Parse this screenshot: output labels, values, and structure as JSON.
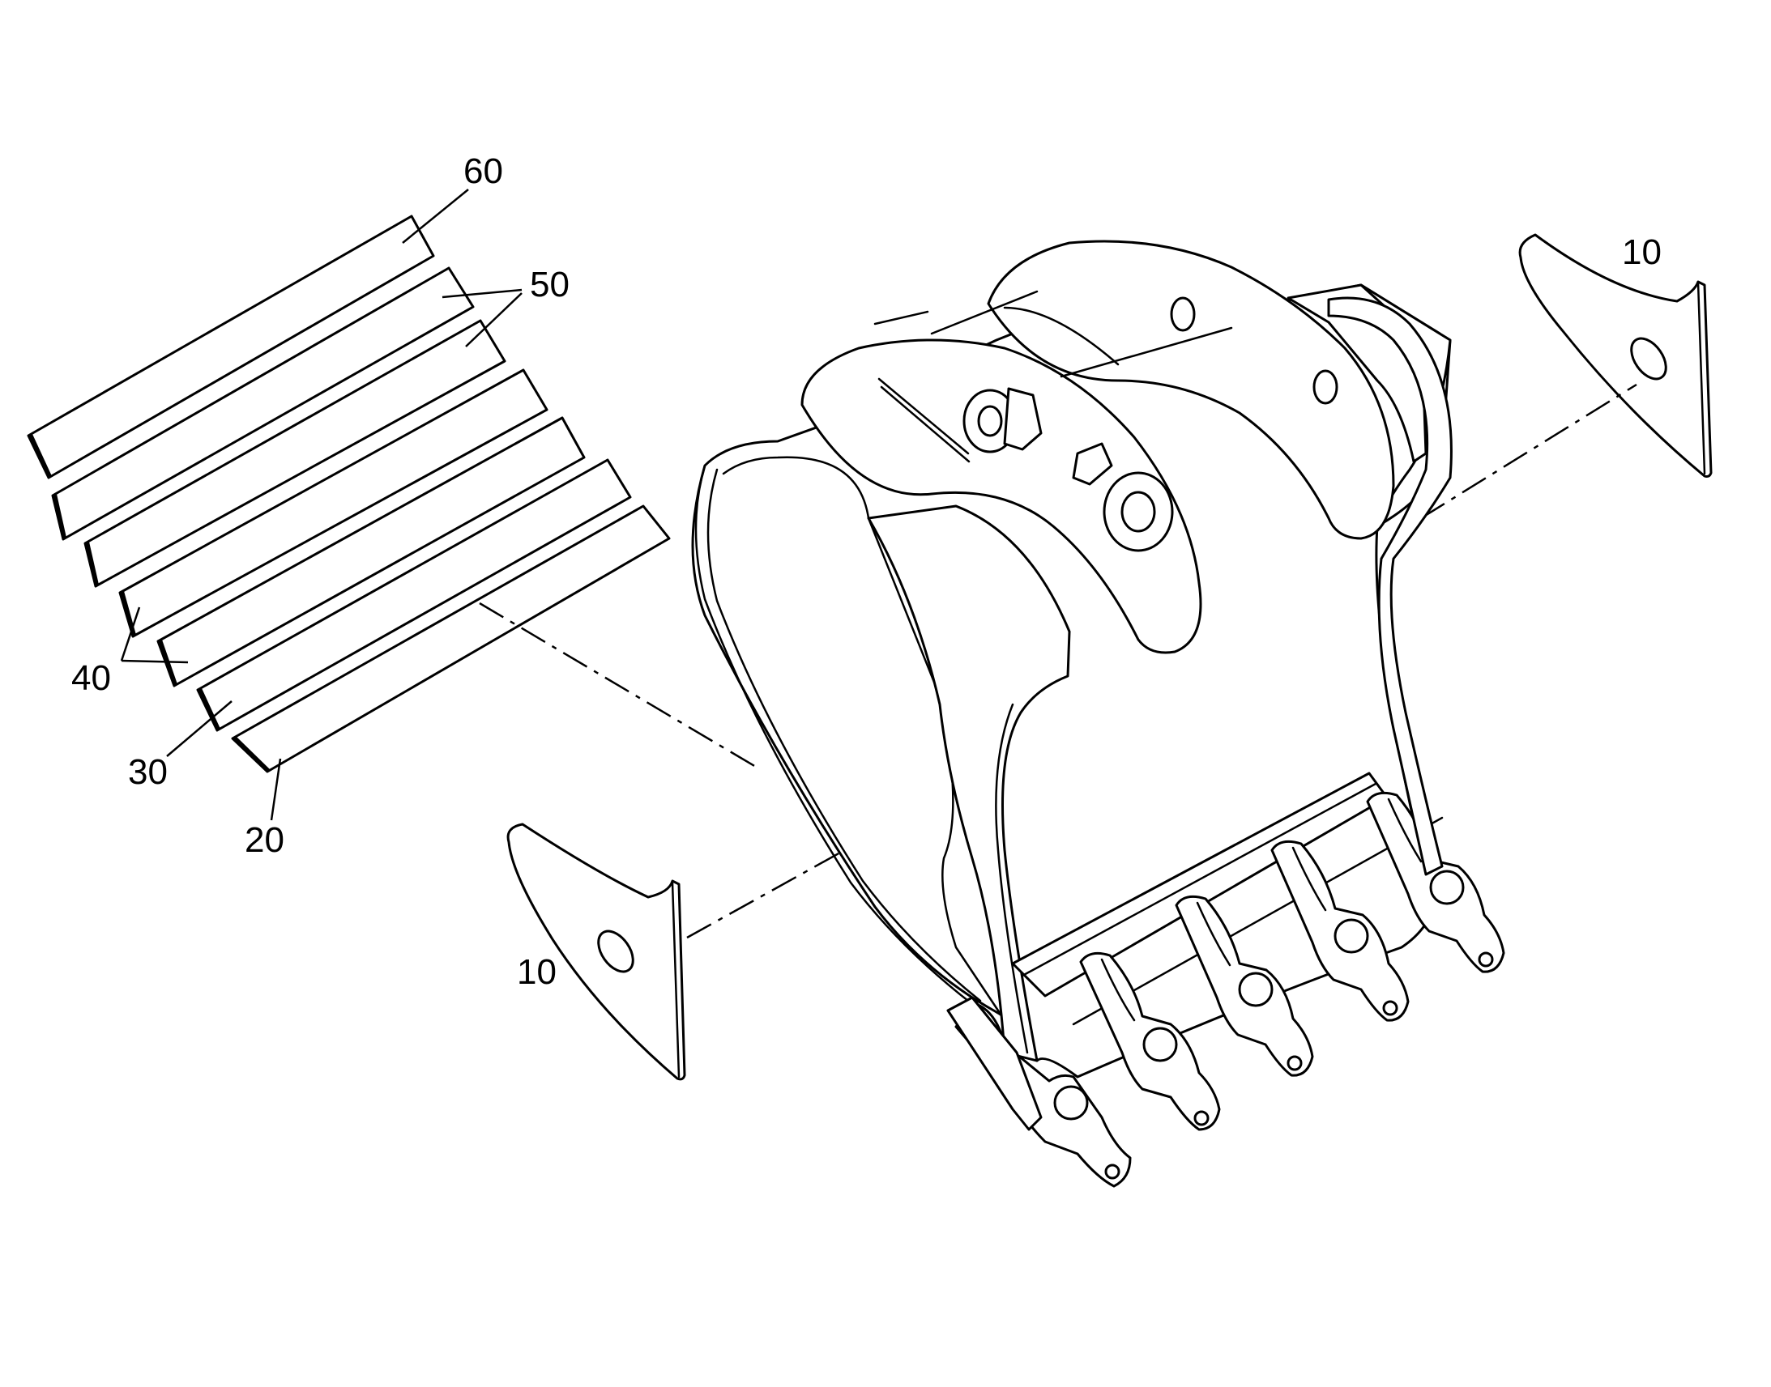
{
  "figure": {
    "labels": {
      "plate_60": "60",
      "plates_50": "50",
      "plates_40": "40",
      "plate_30": "30",
      "plate_20": "20",
      "side_plate_right": "10",
      "side_plate_left": "10"
    },
    "colors": {
      "line": "#000000",
      "background": "#ffffff"
    }
  }
}
